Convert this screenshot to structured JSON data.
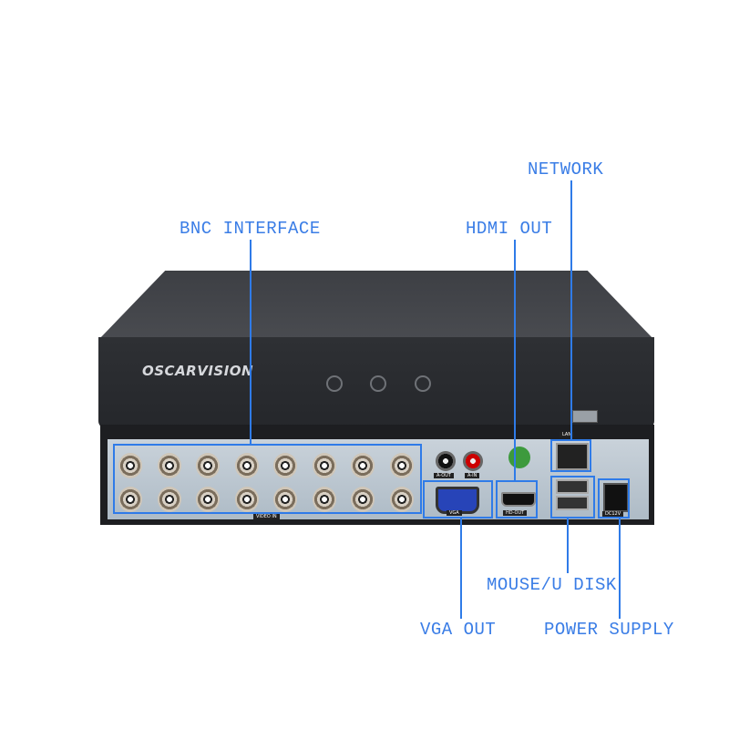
{
  "brand": "OSCARVISION",
  "callouts": {
    "bnc": "BNC INTERFACE",
    "hdmi": "HDMI OUT",
    "network": "NETWORK",
    "vga": "VGA OUT",
    "usb": "MOUSE/U DISK",
    "power": "POWER SUPPLY"
  },
  "panel_labels": {
    "video_in": "VIDEO IN",
    "vga": "VGA",
    "hd_out": "HD-OUT",
    "lan": "LAN",
    "dc": "DC12V",
    "a_out": "A-OUT",
    "a_in": "A-IN"
  },
  "colors": {
    "callout": "#3a7de6"
  }
}
